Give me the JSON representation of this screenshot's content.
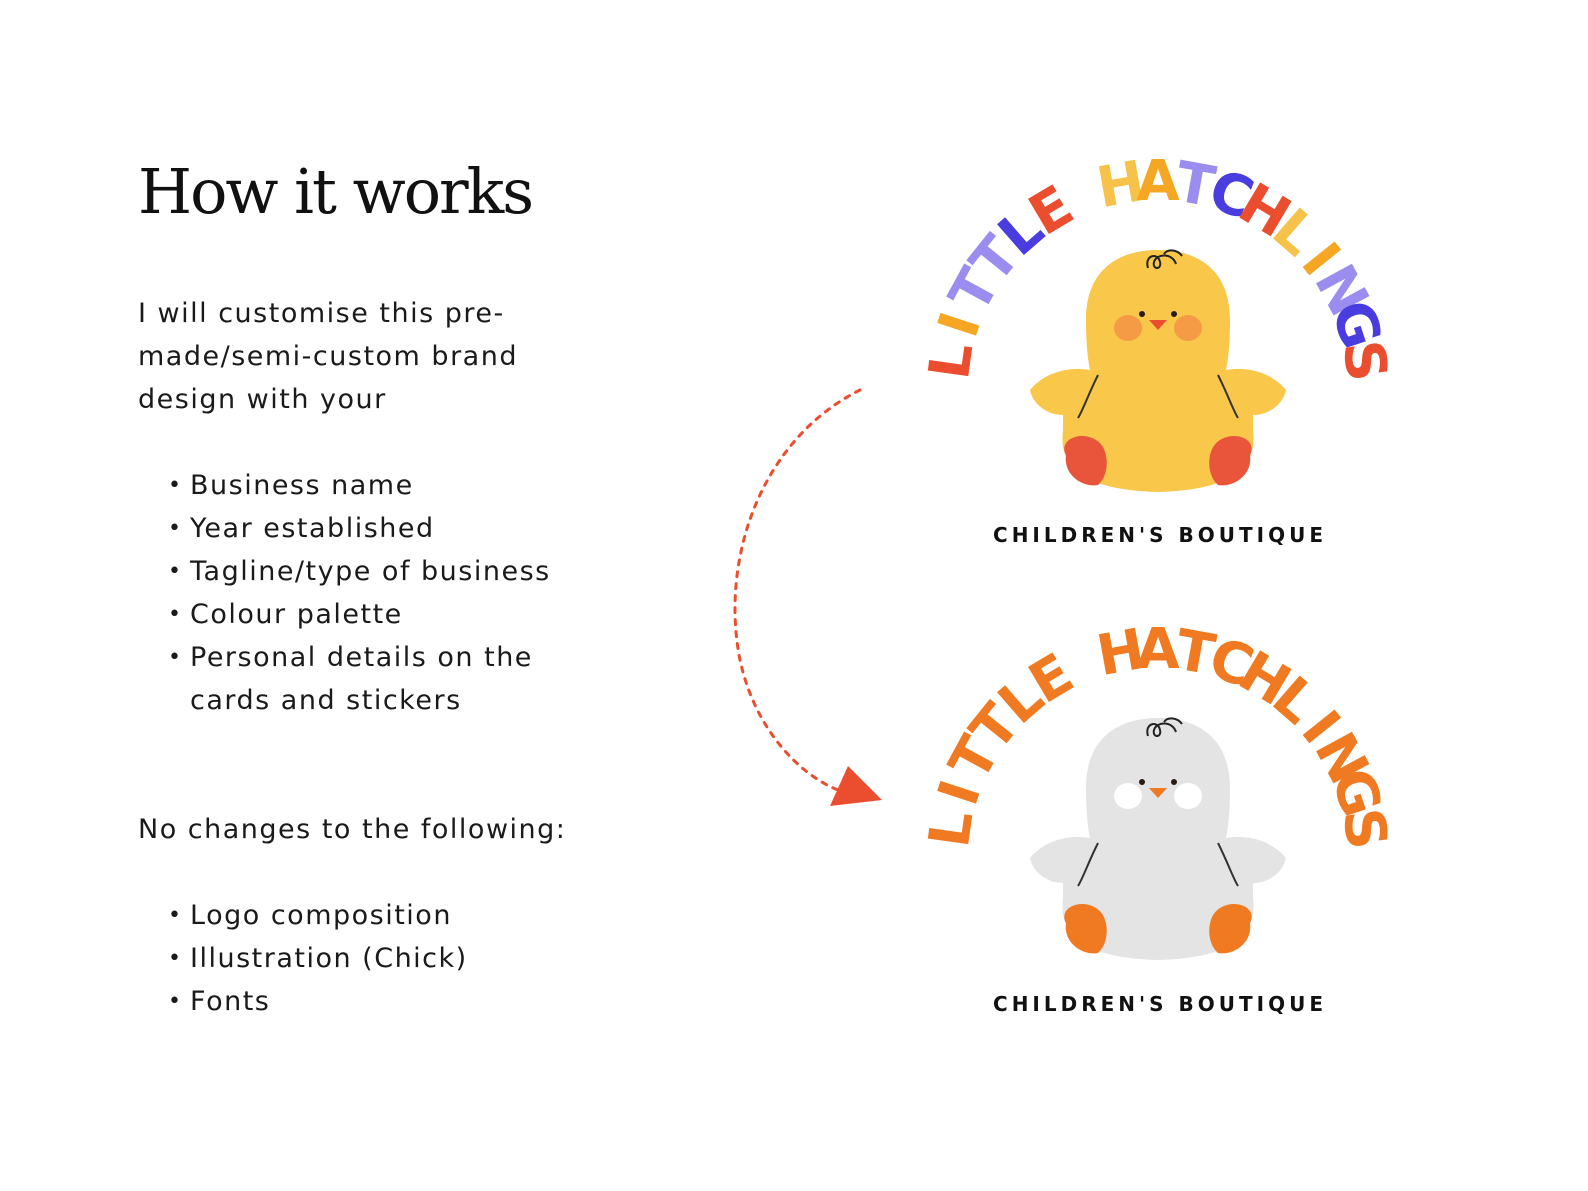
{
  "title": "How it works",
  "intro": "I will customise this pre-made/semi-custom brand design with your",
  "custom_items": [
    "Business name",
    "Year established",
    "Tagline/type of business",
    "Colour palette",
    "Personal details on the cards and stickers"
  ],
  "no_changes_heading": "No changes to the following:",
  "fixed_items": [
    "Logo composition",
    "Illustration (Chick)",
    "Fonts"
  ],
  "logos": [
    {
      "letters": [
        "L",
        "I",
        "T",
        "T",
        "L",
        "E",
        " ",
        "H",
        "A",
        "T",
        "C",
        "H",
        "L",
        "I",
        "N",
        "G",
        "S"
      ],
      "letter_colors": [
        "#ea4e2f",
        "#f5a623",
        "#9b8cf0",
        "#9b8cf0",
        "#4a3de0",
        "#ea4e2f",
        "",
        "#f7c24a",
        "#f5a623",
        "#9b8cf0",
        "#4a3de0",
        "#ea4e2f",
        "#f7c24a",
        "#f5a623",
        "#9b8cf0",
        "#4a3de0",
        "#ea4e2f"
      ],
      "chick_body_color": "#f9c74a",
      "cheek_color": "#f59a45",
      "feet_color": "#e8553a",
      "tagline": "CHILDREN'S BOUTIQUE"
    },
    {
      "letters": [
        "L",
        "I",
        "T",
        "T",
        "L",
        "E",
        " ",
        "H",
        "A",
        "T",
        "C",
        "H",
        "L",
        "I",
        "N",
        "G",
        "S"
      ],
      "letter_colors": [
        "#f07a22",
        "#f07a22",
        "#f07a22",
        "#f07a22",
        "#f07a22",
        "#f07a22",
        "",
        "#f07a22",
        "#f07a22",
        "#f07a22",
        "#f07a22",
        "#f07a22",
        "#f07a22",
        "#f07a22",
        "#f07a22",
        "#f07a22",
        "#f07a22"
      ],
      "chick_body_color": "#e4e4e4",
      "cheek_color": "#ffffff",
      "feet_color": "#f07a22",
      "tagline": "CHILDREN'S BOUTIQUE"
    }
  ],
  "arrow_color": "#ea4e2f"
}
